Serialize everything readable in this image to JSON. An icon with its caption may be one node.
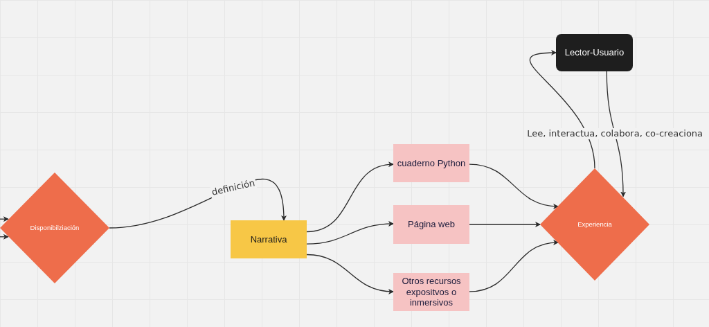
{
  "diagram": {
    "nodes": [
      {
        "text": [
          "Disponibilziación"
        ]
      },
      {
        "text": [
          "Narrativa"
        ]
      },
      {
        "text": [
          "cuaderno Python"
        ]
      },
      {
        "text": [
          "Página web"
        ]
      },
      {
        "text": [
          "Otros recursos expositvos o inmersivos"
        ]
      },
      {
        "text": [
          "Experiencia"
        ]
      },
      {
        "text": [
          "Lector-Usuario"
        ]
      }
    ],
    "edges": [
      {
        "from": 0,
        "to": 1,
        "arrow": "to",
        "label": "definición"
      },
      {
        "from": 1,
        "to": 2,
        "arrow": "to"
      },
      {
        "from": 1,
        "to": 3,
        "arrow": "to"
      },
      {
        "from": 1,
        "to": 4,
        "arrow": "to"
      },
      {
        "from": 2,
        "to": 5,
        "arrow": "to"
      },
      {
        "from": 3,
        "to": 5,
        "arrow": "to"
      },
      {
        "from": 4,
        "to": 5,
        "arrow": "to"
      },
      {
        "from": 5,
        "to": 6,
        "arrow": "to"
      },
      {
        "from": 6,
        "to": 5,
        "arrow": "to",
        "label": "Lee, interactua, colabora, co-creaciona"
      },
      {
        "from": null,
        "to": 0,
        "arrow": "to"
      },
      {
        "from": null,
        "to": 0,
        "arrow": "to"
      }
    ]
  }
}
